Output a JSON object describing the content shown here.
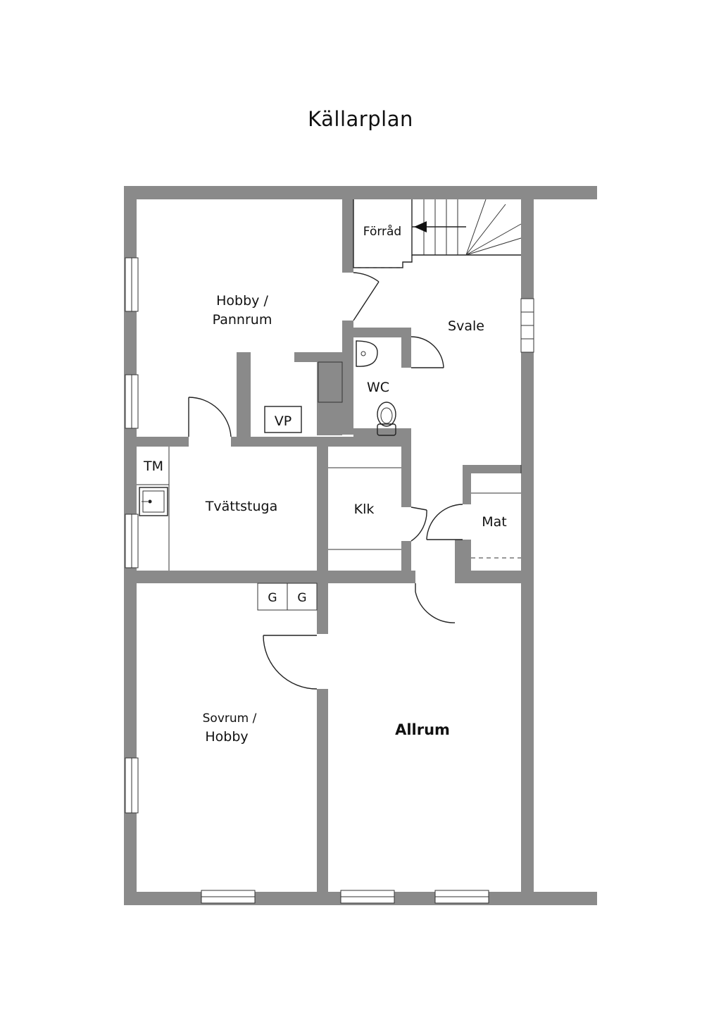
{
  "title": "Källarplan",
  "rooms": {
    "hobby_pannrum": [
      "Hobby /",
      "Pannrum"
    ],
    "forrad": "Förråd",
    "svale": "Svale",
    "wc": "WC",
    "vp": "VP",
    "tm": "TM",
    "tvattstuga": "Tvättstuga",
    "klk": "Klk",
    "mat": "Mat",
    "g1": "G",
    "g2": "G",
    "sovrum_hobby": [
      "Sovrum /",
      "Hobby"
    ],
    "allrum": "Allrum"
  },
  "colors": {
    "wall": "#8a8a8a",
    "line": "#222222",
    "background": "#ffffff"
  }
}
